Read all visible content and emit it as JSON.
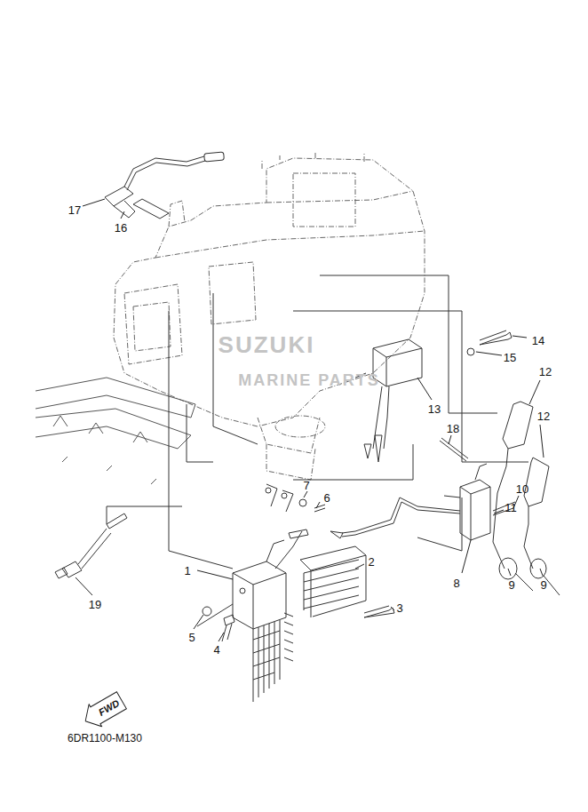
{
  "diagram": {
    "nodes": [
      {
        "text": [
          "FWD"
        ]
      }
    ],
    "labels": [
      "17",
      "16",
      "14",
      "15",
      "12",
      "13",
      "12",
      "18",
      "10",
      "11",
      "7",
      "6",
      "2",
      "1",
      "3",
      "8",
      "9",
      "9",
      "19",
      "5",
      "4",
      "6DR1100-M130",
      "SUZUKI",
      "MARINE PARTS"
    ]
  }
}
